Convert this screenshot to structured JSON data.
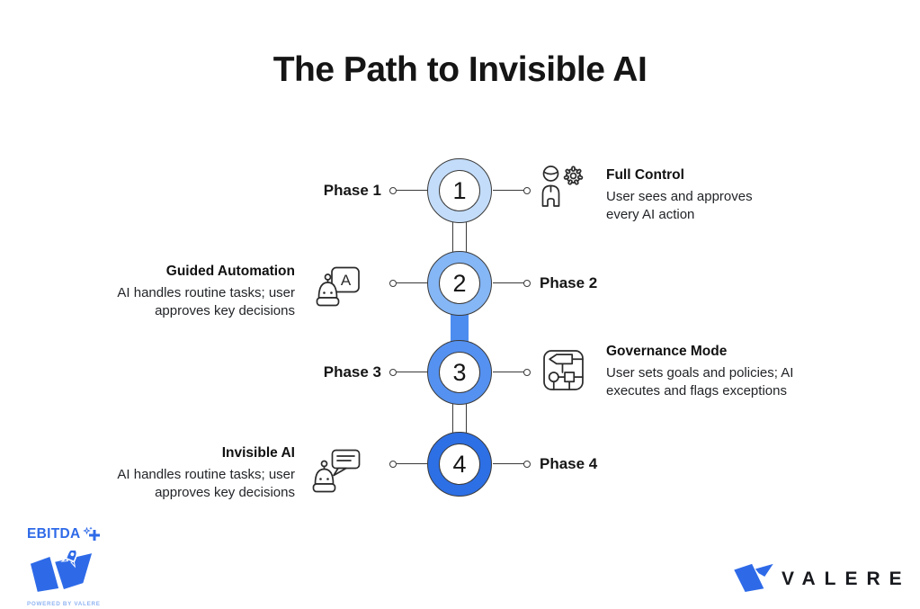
{
  "title": "The Path to Invisible AI",
  "timeline": {
    "phases": [
      {
        "number": "1",
        "label": "Phase 1",
        "side": "right",
        "heading": "Full Control",
        "description": "User sees and approves every AI action",
        "icon": "user-gear-icon",
        "ring_color": "#c3dcf9"
      },
      {
        "number": "2",
        "label": "Phase 2",
        "side": "left",
        "heading": "Guided Automation",
        "description": "AI handles routine tasks; user approves key decisions",
        "icon": "robot-letter-icon",
        "icon_letter": "A",
        "ring_color": "#85b6f5"
      },
      {
        "number": "3",
        "label": "Phase 3",
        "side": "right",
        "heading": "Governance Mode",
        "description": "User sets goals and policies; AI executes and flags exceptions",
        "icon": "flowchart-icon",
        "ring_color": "#5591f0"
      },
      {
        "number": "4",
        "label": "Phase 4",
        "side": "left",
        "heading": "Invisible AI",
        "description": "AI handles routine tasks; user approves key decisions",
        "icon": "robot-chat-icon",
        "ring_color": "#2d6fe4"
      }
    ],
    "connector_solid_color": "#4d8df0"
  },
  "footer": {
    "ebitda": {
      "name": "EBITDA",
      "tagline": "POWERED BY VALERE",
      "brand_color": "#2e6ae8",
      "tagline_color": "#8fb3f2"
    },
    "valere": {
      "name": "VALERE",
      "mark_color": "#2e6ae8",
      "text_color": "#17191e"
    }
  },
  "colors": {
    "background": "#ffffff",
    "title_text": "#151515",
    "outline": "#3a3a3a",
    "body_text": "#222428"
  }
}
